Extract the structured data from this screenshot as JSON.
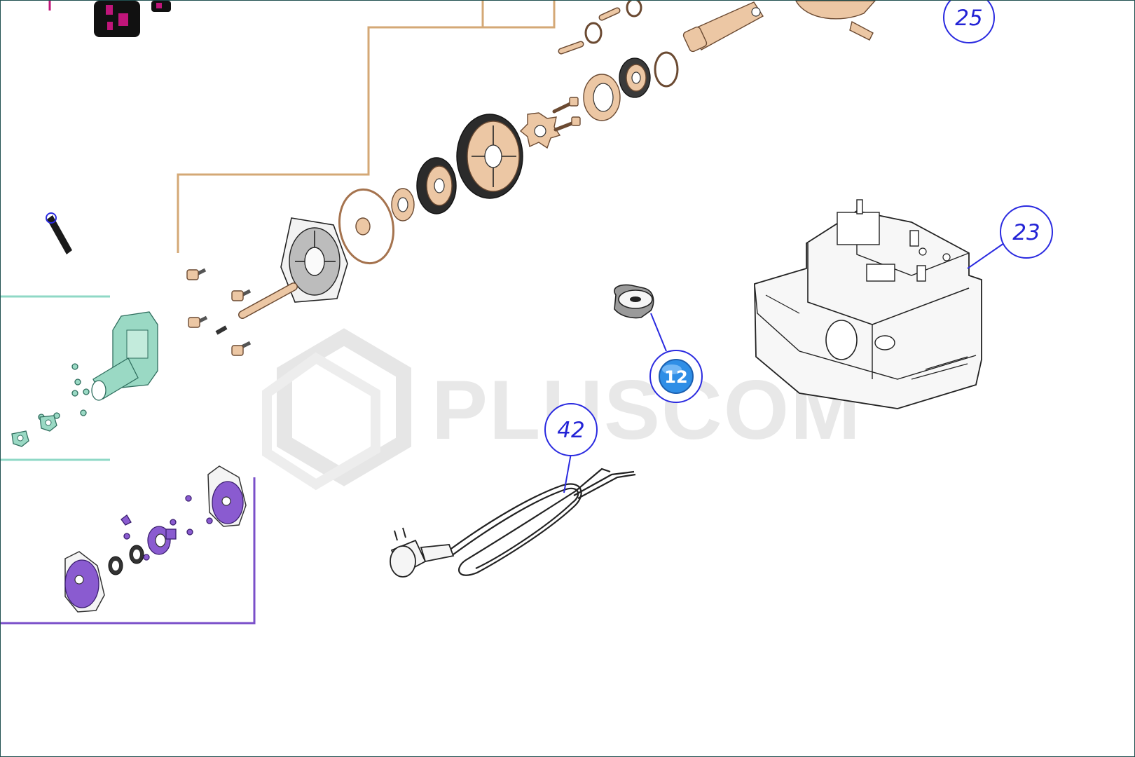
{
  "watermark": {
    "text": "PLUSCOM",
    "logo_icon": "hexagon-cube-logo"
  },
  "callouts": [
    {
      "id": "callout-25",
      "label": "25",
      "highlighted": false
    },
    {
      "id": "callout-23",
      "label": "23",
      "highlighted": false
    },
    {
      "id": "callout-12",
      "label": "12",
      "highlighted": true
    },
    {
      "id": "callout-42",
      "label": "42",
      "highlighted": false
    }
  ],
  "colors": {
    "callout_blue": "#2a2ae0",
    "highlight_blue": "#2f8ee6",
    "tan_group": "#ecc7a4",
    "teal_group": "#9ad9c4",
    "purple_group": "#8a5bd0",
    "magenta_group": "#c0157a",
    "frame": "#1f4f4f"
  }
}
